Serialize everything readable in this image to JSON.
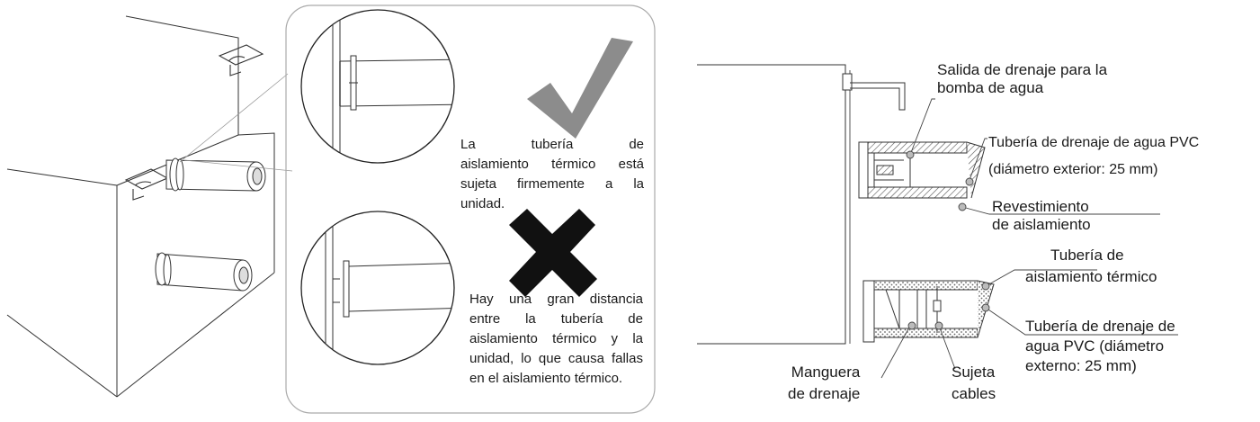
{
  "left_panel": {
    "good_note_lines": [
      "La tubería de",
      "aislamiento térmico está",
      "sujeta firmemente a la",
      "unidad."
    ],
    "bad_note_lines": [
      "Hay una gran distancia",
      "entre la tubería de",
      "aislamiento térmico y la",
      "unidad, lo que causa fallas",
      "en el aislamiento térmico."
    ],
    "good_mark_icon": "check-mark-icon",
    "bad_mark_icon": "x-mark-icon",
    "good_mark_color": "#8c8c8c",
    "bad_mark_color": "#111111"
  },
  "right_panel": {
    "labels": {
      "pump_outlet_1": "Salida de drenaje para la",
      "pump_outlet_2": "bomba de agua",
      "pvc_pipe_1": "Tubería de drenaje de agua PVC",
      "pvc_pipe_2": "(diámetro exterior: 25 mm)",
      "coating_1": "Revestimiento",
      "coating_2": "de aislamiento",
      "insulation_pipe_1": "Tubería de",
      "insulation_pipe_2": "aislamiento térmico",
      "pvc_pipe_b_1": "Tubería de drenaje de",
      "pvc_pipe_b_2": "agua PVC (diámetro",
      "pvc_pipe_b_3": "externo: 25 mm)",
      "hose_1": "Manguera",
      "hose_2": "de drenaje",
      "tie_1": "Sujeta",
      "tie_2": "cables"
    }
  }
}
